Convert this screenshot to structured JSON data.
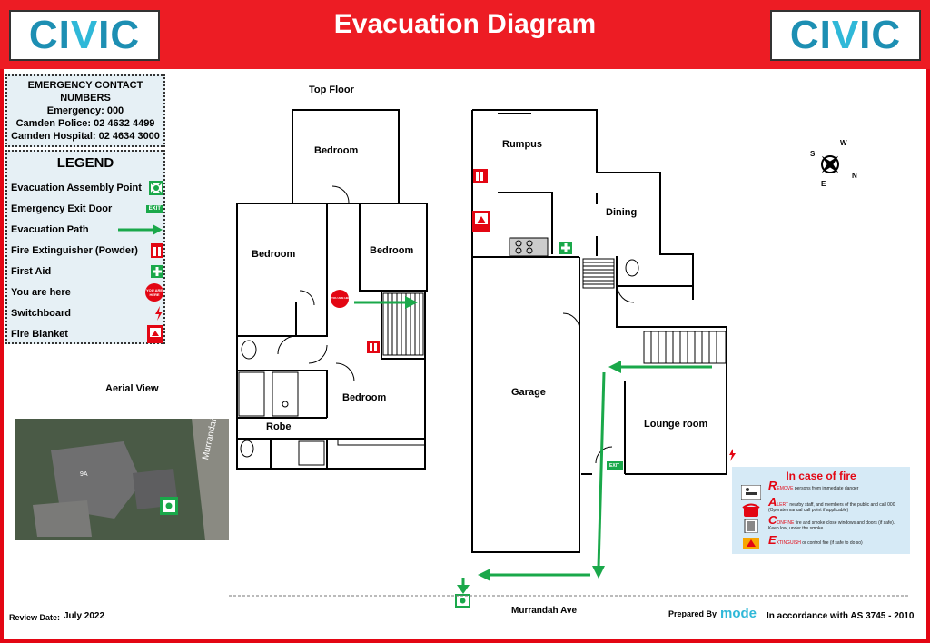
{
  "header": {
    "title": "Evacuation Diagram",
    "logo_text_left": "CI",
    "logo_text_v": "V",
    "logo_text_right": "IC"
  },
  "contacts": {
    "heading_1": "EMERGENCY CONTACT",
    "heading_2": "NUMBERS",
    "emergency": "Emergency: 000",
    "police": "Camden Police: 02 4632 4499",
    "hospital": "Camden Hospital: 02 4634 3000"
  },
  "legend": {
    "title": "LEGEND",
    "items": [
      {
        "label": "Evacuation Assembly Point",
        "icon": "assembly-point-icon"
      },
      {
        "label": "Emergency Exit Door",
        "icon": "exit-sign-icon"
      },
      {
        "label": "Evacuation Path",
        "icon": "green-arrow-icon"
      },
      {
        "label": "Fire Extinguisher (Powder)",
        "icon": "fire-extinguisher-icon"
      },
      {
        "label": "First Aid",
        "icon": "first-aid-icon"
      },
      {
        "label": "You are here",
        "icon": "you-are-here-icon"
      },
      {
        "label": "Switchboard",
        "icon": "lightning-icon"
      },
      {
        "label": "Fire Blanket",
        "icon": "fire-blanket-icon"
      }
    ],
    "exit_text": "EXIT",
    "you_are_here_text": "YOU ARE HERE"
  },
  "plan": {
    "top_floor": "Top Floor",
    "rooms": {
      "bedroom_top": "Bedroom",
      "bedroom_left": "Bedroom",
      "bedroom_right": "Bedroom",
      "bedroom_bottom": "Bedroom",
      "robe": "Robe",
      "rumpus": "Rumpus",
      "dining": "Dining",
      "garage": "Garage",
      "lounge": "Lounge room"
    },
    "exit_text": "EXIT",
    "you_are_here_text": "YOU ARE HERE"
  },
  "aerial": {
    "title": "Aerial View",
    "street": "Murrandah Ave",
    "house_number": "9A"
  },
  "fire": {
    "title": "In case of fire",
    "steps": [
      {
        "letter": "R",
        "word": "EMOVE",
        "text": " persons from immediate danger"
      },
      {
        "letter": "A",
        "word": "LERT",
        "text": " nearby staff, and members of the public and call 000 (Operate manual call point if applicable)"
      },
      {
        "letter": "C",
        "word": "ONFINE",
        "text": " fire and smoke close windows and doors (if safe). Keep low, under the smoke"
      },
      {
        "letter": "E",
        "word": "XTINGUISH",
        "text": " or control fire (if safe to do so)"
      }
    ]
  },
  "compass": {
    "n": "N",
    "s": "S",
    "e": "E",
    "w": "W"
  },
  "footer": {
    "review_label": "Review Date:",
    "review_date": "July 2022",
    "street": "Murrandah Ave",
    "prepared_by": "Prepared By",
    "brand": "mode",
    "standard": "In accordance with AS 3745 - 2010"
  },
  "colors": {
    "red": "#ed1c24",
    "green": "#1aa84a",
    "panel": "#e6f0f5"
  }
}
